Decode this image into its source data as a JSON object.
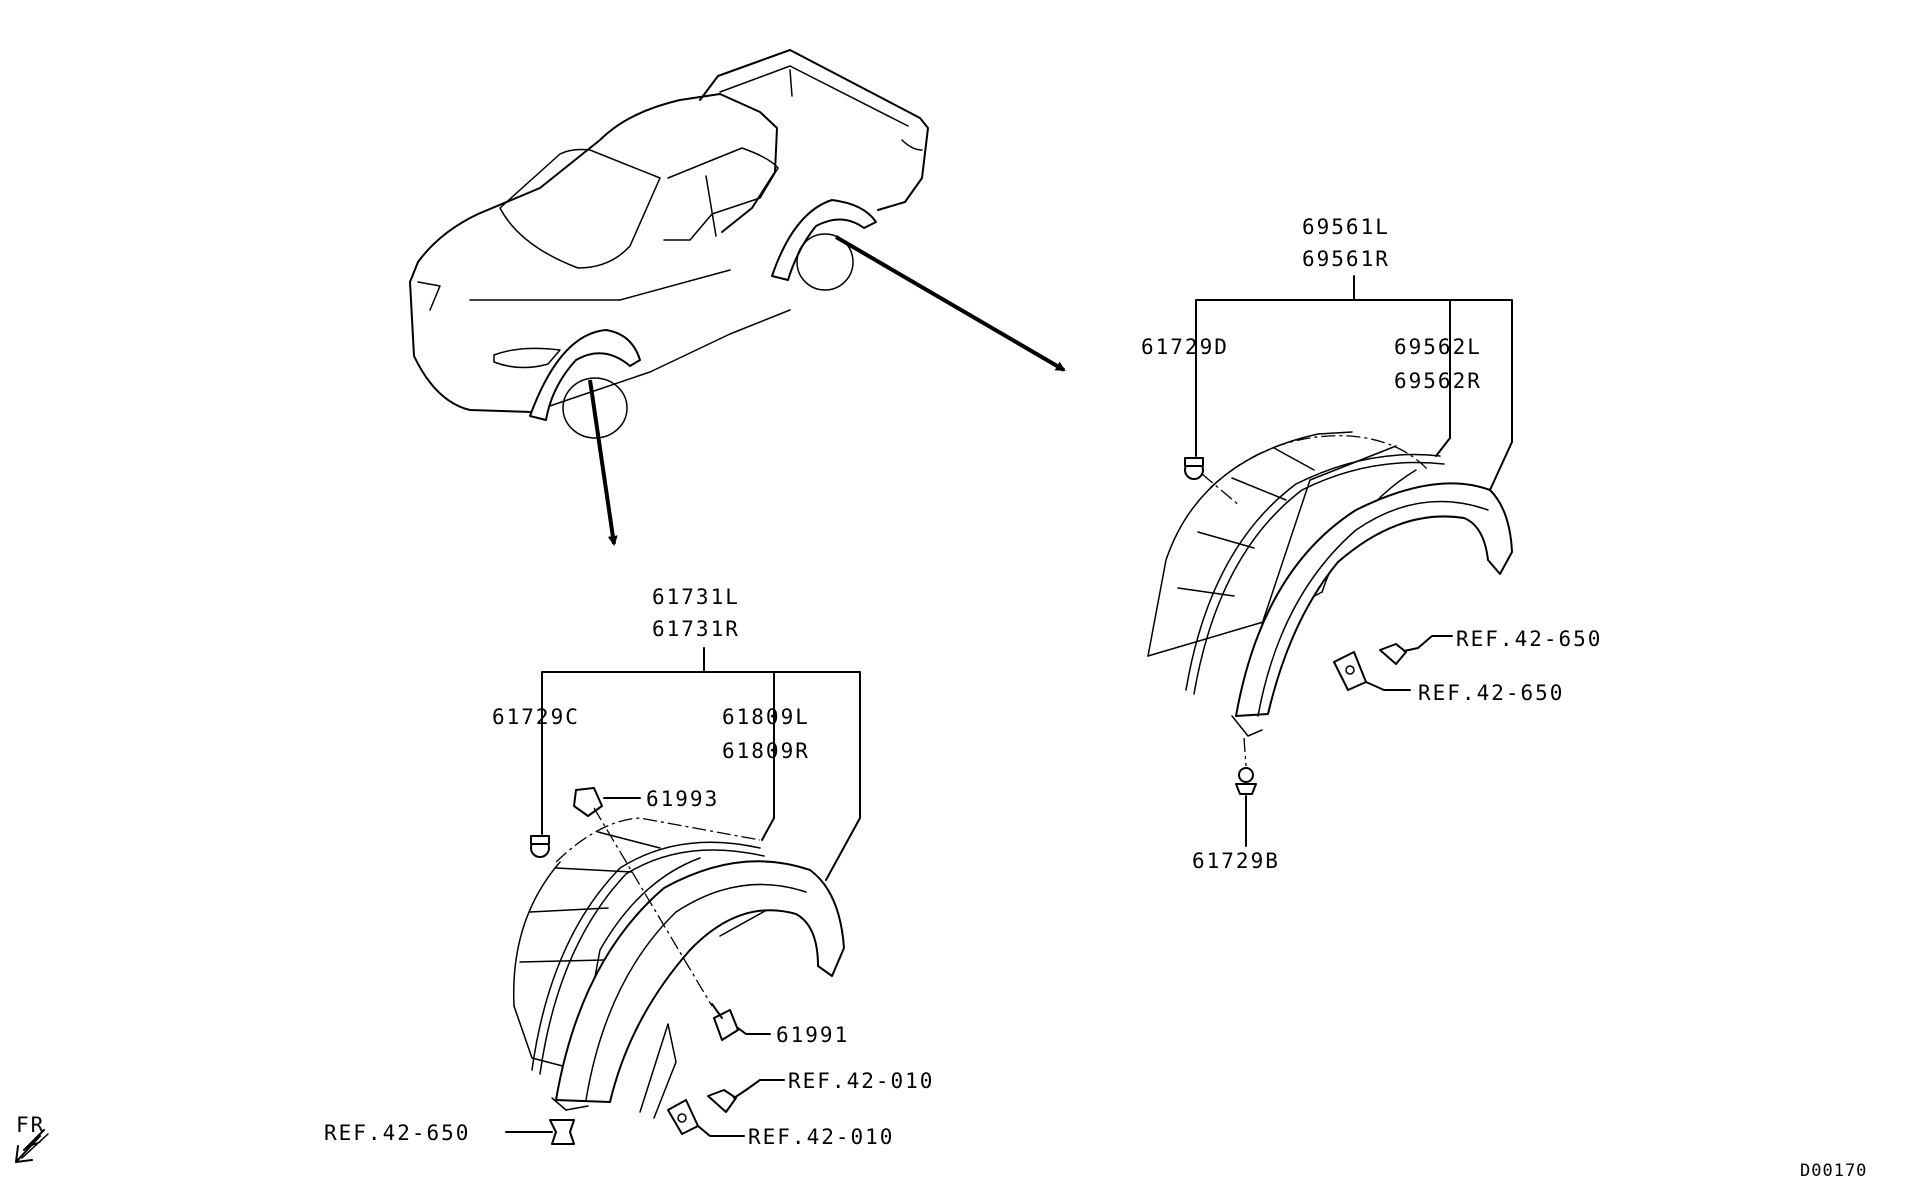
{
  "diagram_id": "D00170",
  "direction": "FR",
  "rear_assembly": {
    "main_parts": [
      "69561L",
      "69561R"
    ],
    "clip_top": "61729D",
    "molding": [
      "69562L",
      "69562R"
    ],
    "clip_bottom": "61729B",
    "ref_screw": "REF.42-650",
    "ref_nut": "REF.42-650"
  },
  "front_assembly": {
    "main_parts": [
      "61731L",
      "61731R"
    ],
    "clip_left": "61729C",
    "molding": [
      "61809L",
      "61809R"
    ],
    "clip_top": "61993",
    "bolt": "61991",
    "ref_bolt": "REF.42-010",
    "ref_nut": "REF.42-010",
    "ref_clip": "REF.42-650"
  }
}
